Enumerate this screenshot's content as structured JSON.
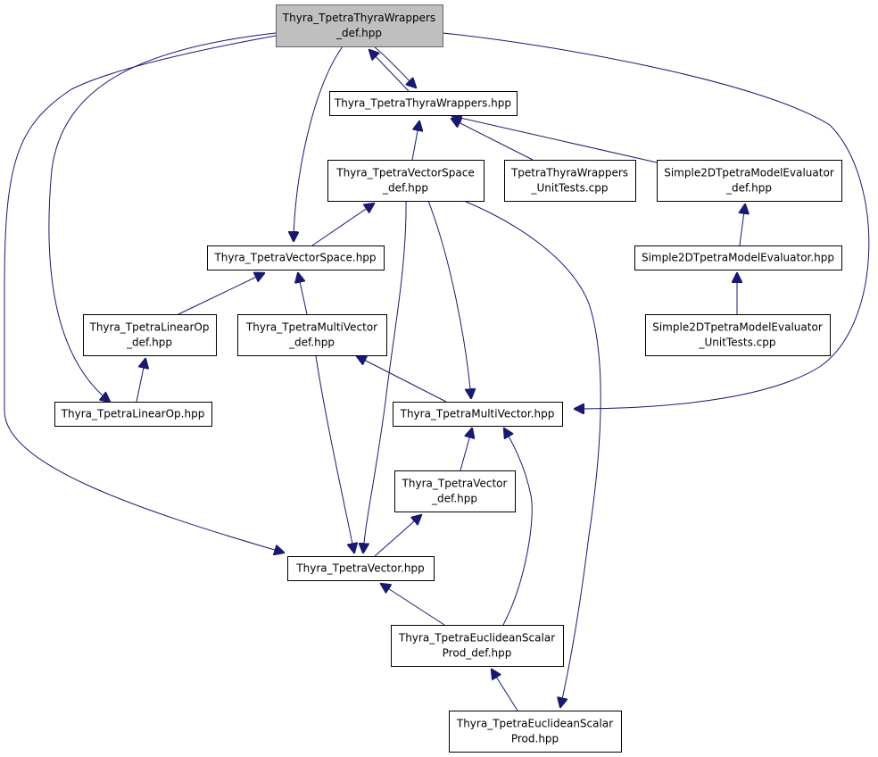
{
  "colors": {
    "edge": "#191970",
    "node_fill": "#ffffff",
    "node_stroke": "#000000",
    "root_fill": "#bfbfbf",
    "root_stroke": "#666666"
  },
  "nodes": [
    {
      "id": "n0",
      "lines": [
        "Thyra_TpetraThyraWrappers",
        "_def.hpp"
      ],
      "root": true
    },
    {
      "id": "n1",
      "lines": [
        "Thyra_TpetraThyraWrappers.hpp"
      ]
    },
    {
      "id": "n2",
      "lines": [
        "Thyra_TpetraVectorSpace",
        "_def.hpp"
      ]
    },
    {
      "id": "n3",
      "lines": [
        "TpetraThyraWrappers",
        "_UnitTests.cpp"
      ]
    },
    {
      "id": "n4",
      "lines": [
        "Simple2DTpetraModelEvaluator",
        "_def.hpp"
      ]
    },
    {
      "id": "n5",
      "lines": [
        "Thyra_TpetraVectorSpace.hpp"
      ]
    },
    {
      "id": "n6",
      "lines": [
        "Simple2DTpetraModelEvaluator.hpp"
      ]
    },
    {
      "id": "n7",
      "lines": [
        "Thyra_TpetraLinearOp",
        "_def.hpp"
      ]
    },
    {
      "id": "n8",
      "lines": [
        "Thyra_TpetraMultiVector",
        "_def.hpp"
      ]
    },
    {
      "id": "n9",
      "lines": [
        "Simple2DTpetraModelEvaluator",
        "_UnitTests.cpp"
      ]
    },
    {
      "id": "n10",
      "lines": [
        "Thyra_TpetraLinearOp.hpp"
      ]
    },
    {
      "id": "n11",
      "lines": [
        "Thyra_TpetraMultiVector.hpp"
      ]
    },
    {
      "id": "n12",
      "lines": [
        "Thyra_TpetraVector",
        "_def.hpp"
      ]
    },
    {
      "id": "n13",
      "lines": [
        "Thyra_TpetraVector.hpp"
      ]
    },
    {
      "id": "n14",
      "lines": [
        "Thyra_TpetraEuclideanScalar",
        "Prod_def.hpp"
      ]
    },
    {
      "id": "n15",
      "lines": [
        "Thyra_TpetraEuclideanScalar",
        "Prod.hpp"
      ]
    }
  ],
  "edges": [
    {
      "from": "n1",
      "to": "n0"
    },
    {
      "from": "n0",
      "to": "n1"
    },
    {
      "from": "n2",
      "to": "n1"
    },
    {
      "from": "n3",
      "to": "n1"
    },
    {
      "from": "n4",
      "to": "n1"
    },
    {
      "from": "n0",
      "to": "n5"
    },
    {
      "from": "n5",
      "to": "n2"
    },
    {
      "from": "n6",
      "to": "n4"
    },
    {
      "from": "n9",
      "to": "n6"
    },
    {
      "from": "n7",
      "to": "n5"
    },
    {
      "from": "n8",
      "to": "n5"
    },
    {
      "from": "n0",
      "to": "n10"
    },
    {
      "from": "n10",
      "to": "n7"
    },
    {
      "from": "n0",
      "to": "n11"
    },
    {
      "from": "n2",
      "to": "n11"
    },
    {
      "from": "n11",
      "to": "n8"
    },
    {
      "from": "n12",
      "to": "n11"
    },
    {
      "from": "n14",
      "to": "n11"
    },
    {
      "from": "n0",
      "to": "n13"
    },
    {
      "from": "n2",
      "to": "n13"
    },
    {
      "from": "n8",
      "to": "n13"
    },
    {
      "from": "n13",
      "to": "n12"
    },
    {
      "from": "n13",
      "to": "n14"
    },
    {
      "from": "n2",
      "to": "n15"
    },
    {
      "from": "n15",
      "to": "n14"
    }
  ]
}
